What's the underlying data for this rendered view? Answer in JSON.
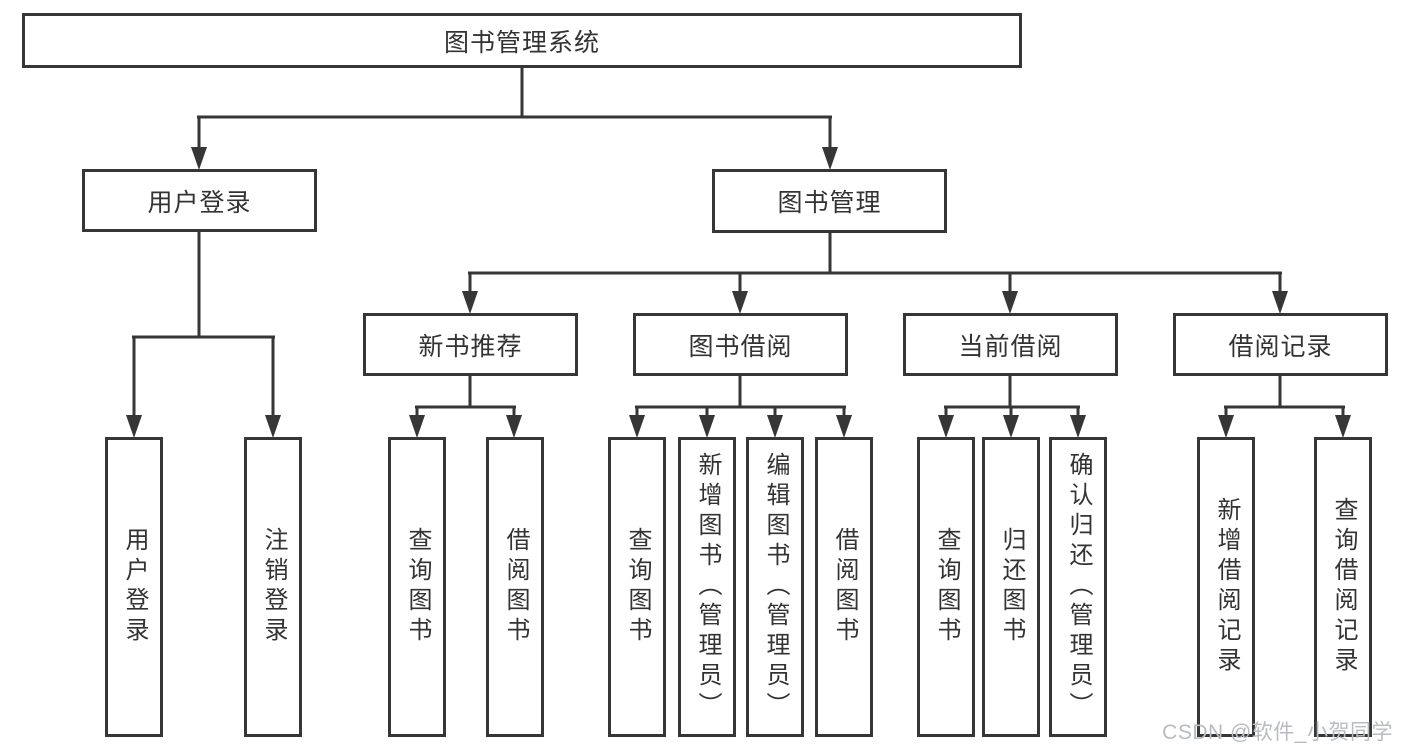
{
  "title": {
    "label": "图书管理系统"
  },
  "tree": {
    "user_login": {
      "label": "用户登录",
      "children": {
        "login": {
          "label": "用户登录"
        },
        "logout": {
          "label": "注销登录"
        }
      }
    },
    "book_management": {
      "label": "图书管理",
      "children": {
        "new_book": {
          "label": "新书推荐",
          "children": {
            "query_book": {
              "label": "查询图书"
            },
            "borrow_book": {
              "label": "借阅图书"
            }
          }
        },
        "book_borrow": {
          "label": "图书借阅",
          "children": {
            "query_book": {
              "label": "查询图书"
            },
            "add_book": {
              "label": "新增图书（管理员）"
            },
            "edit_book": {
              "label": "编辑图书（管理员）"
            },
            "borrow_book": {
              "label": "借阅图书"
            }
          }
        },
        "current_borrow": {
          "label": "当前借阅",
          "children": {
            "query_book": {
              "label": "查询图书"
            },
            "return_book": {
              "label": "归还图书"
            },
            "confirm_return": {
              "label": "确认归还（管理员）"
            }
          }
        },
        "borrow_records": {
          "label": "借阅记录",
          "children": {
            "add_record": {
              "label": "新增借阅记录"
            },
            "query_record": {
              "label": "查询借阅记录"
            }
          }
        }
      }
    }
  },
  "watermark": {
    "text": "CSDN @软件_小贺同学"
  },
  "colors": {
    "line": "#363636",
    "text": "#333333",
    "box_background": "#ffffff",
    "watermark_text": "#b8bcc1",
    "background": "#ffffff"
  }
}
